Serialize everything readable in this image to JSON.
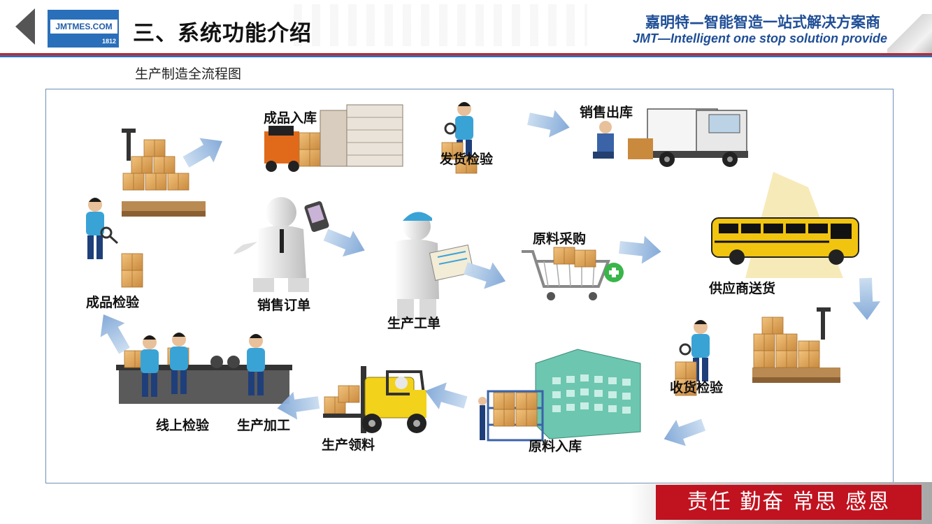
{
  "header": {
    "logo_text": "JMTMES.COM",
    "logo_year": "1812",
    "title": "三、系统功能介绍",
    "company_cn": "嘉明特—智能智造一站式解决方案商",
    "company_en": "JMT—Intelligent one stop solution provide"
  },
  "subtitle": "生产制造全流程图",
  "flow": {
    "steps": [
      {
        "label": "销售订单"
      },
      {
        "label": "生产工单"
      },
      {
        "label": "原料采购"
      },
      {
        "label": "供应商送货"
      },
      {
        "label": "收货检验"
      },
      {
        "label": "原料入库"
      },
      {
        "label": "生产领料"
      },
      {
        "label": "生产加工"
      },
      {
        "label": "线上检验"
      },
      {
        "label": "成品检验"
      },
      {
        "label": "成品入库"
      },
      {
        "label": "发货检验"
      },
      {
        "label": "销售出库"
      }
    ]
  },
  "footer": {
    "motto": "责任 勤奋 常思 感恩"
  },
  "colors": {
    "accent_red": "#c0272d",
    "accent_blue": "#2f6db5",
    "arrow_blue": "#8fb3dc",
    "motto_bg": "#c1121f",
    "company_text": "#1f4e96"
  }
}
